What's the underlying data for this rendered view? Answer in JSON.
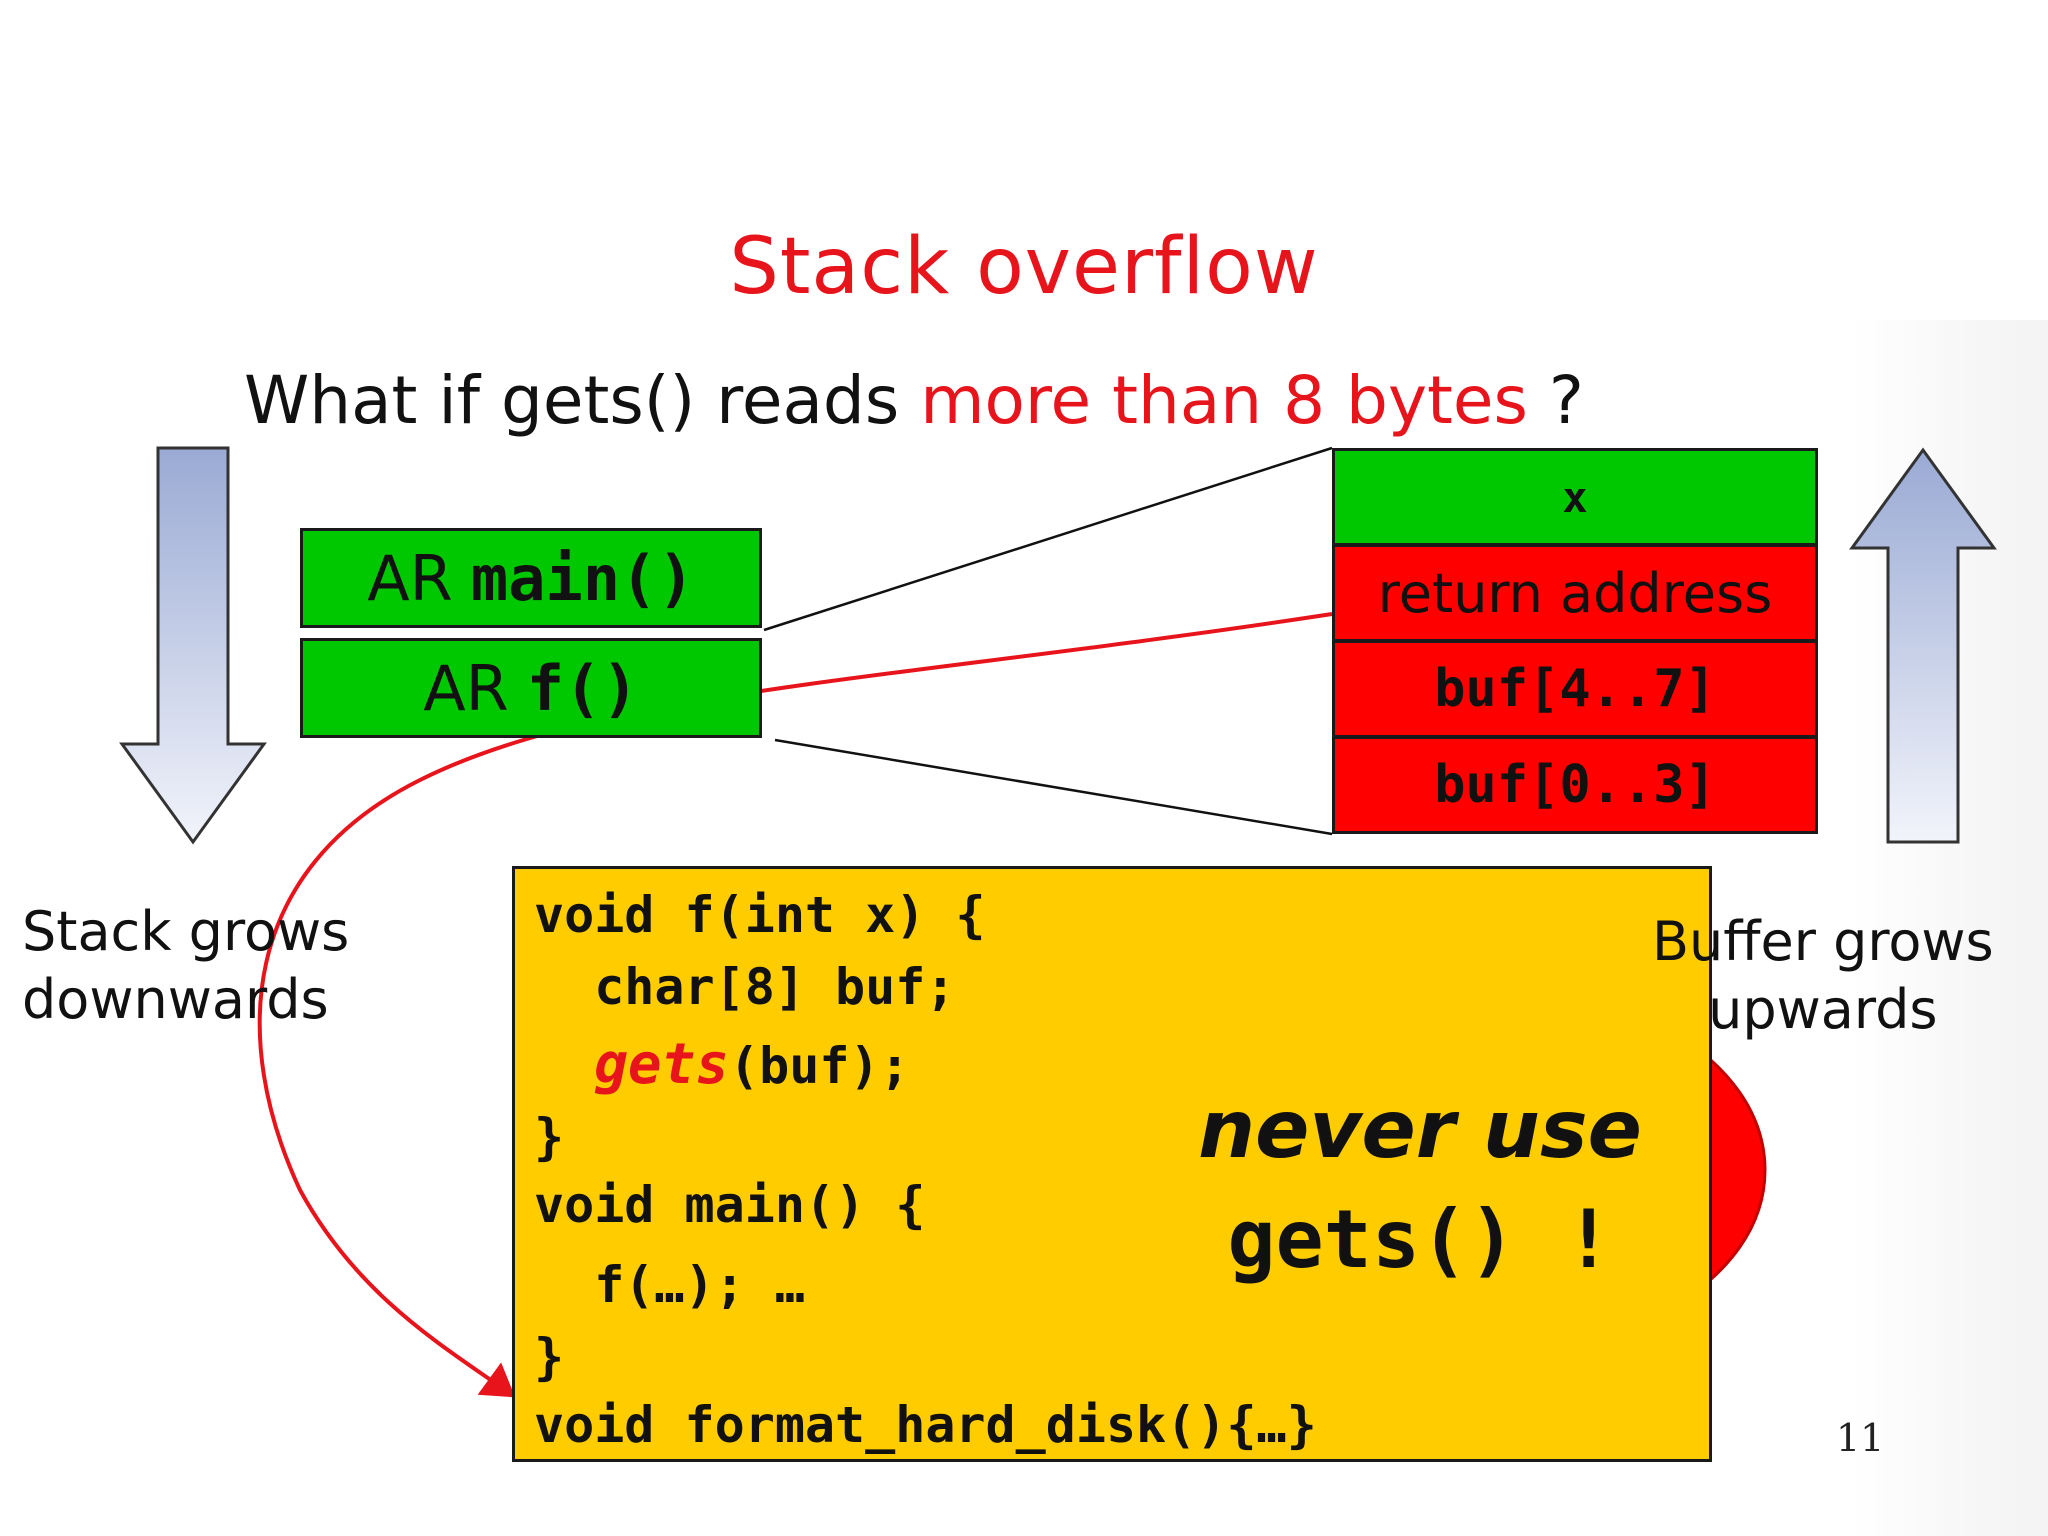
{
  "title": "Stack overflow",
  "question": {
    "prefix": "What if gets() reads ",
    "highlight": "more than 8 bytes",
    "suffix": " ?"
  },
  "activation_records": [
    {
      "prefix": "AR",
      "name": "main()"
    },
    {
      "prefix": "AR",
      "name": "f()"
    }
  ],
  "stack_frame": {
    "cells": [
      "x",
      "return address",
      "buf[4..7]",
      "buf[0..3]"
    ]
  },
  "code": {
    "line1": "void f(int x) {",
    "line2": "  char[8] buf;",
    "line3_fn": "gets",
    "line3_rest": "(buf);",
    "line4": "}",
    "line5": "void main() {",
    "line6": "  f(…); …",
    "line7": "}",
    "line8": "void format_hard_disk(){…}"
  },
  "labels": {
    "stack_line1": "Stack grows",
    "stack_line2": "downwards",
    "buffer_line1": "Buffer grows",
    "buffer_line2": "upwards"
  },
  "callout": {
    "line1": "never use",
    "line2": "gets() !"
  },
  "page_number": "11",
  "colors": {
    "accent_red": "#e8141c",
    "frame_green": "#00c800",
    "frame_red": "#ff0000",
    "code_bg": "#ffcc00",
    "arrow_blue": "#9fb0d8"
  }
}
